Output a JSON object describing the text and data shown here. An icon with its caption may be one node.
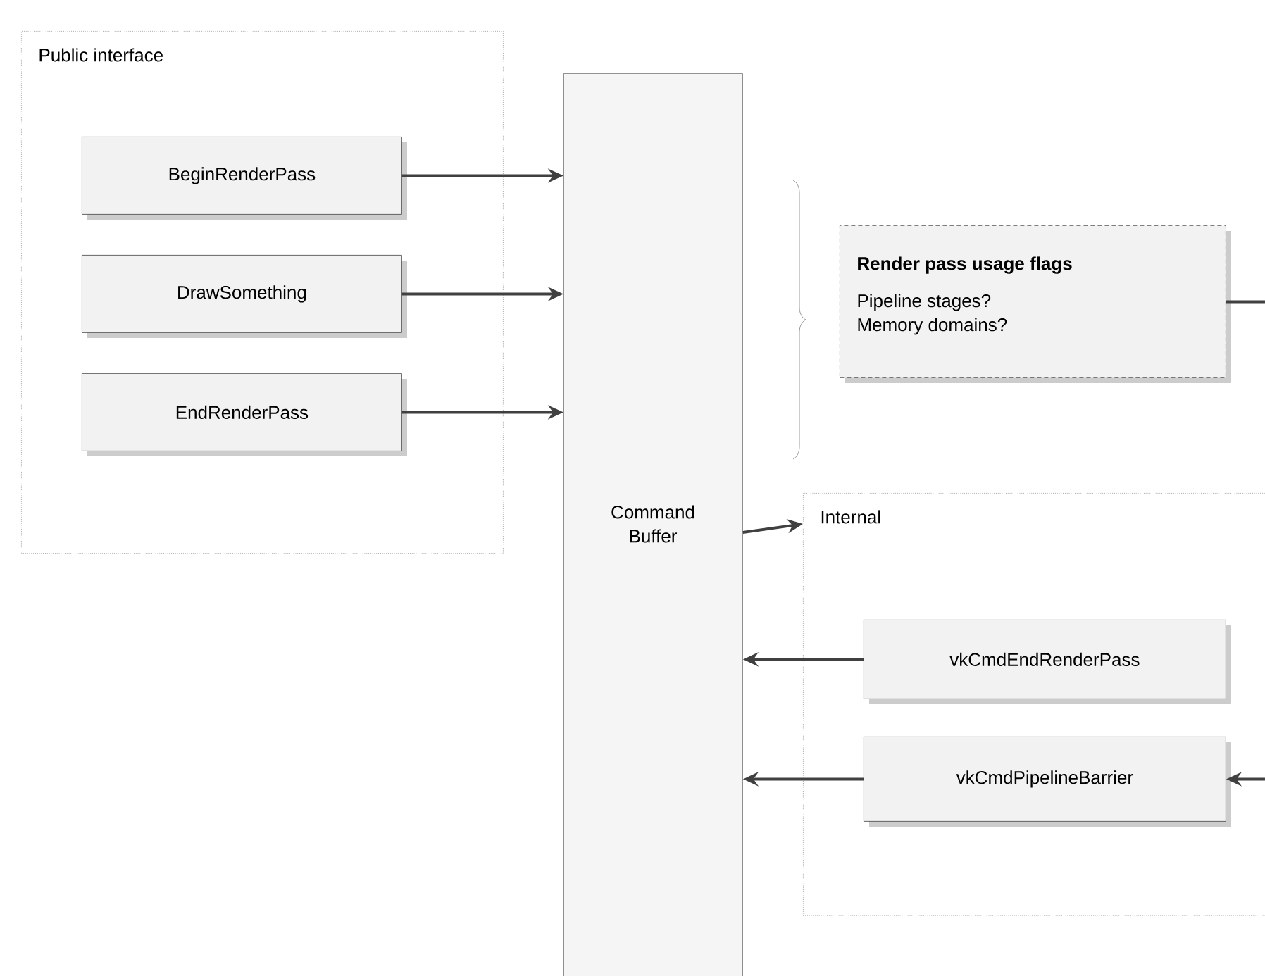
{
  "diagram": {
    "nodes": [
      {
        "text": [
          "Public interface"
        ]
      },
      {
        "text": [
          "BeginRenderPass"
        ],
        "in": 0
      },
      {
        "text": [
          "DrawSomething"
        ],
        "in": 0
      },
      {
        "text": [
          "EndRenderPass"
        ],
        "in": 0
      },
      {
        "text": [
          "Command Buffer"
        ]
      },
      {
        "text": [
          "Render pass usage flags",
          "Pipeline stages? Memory domains?"
        ]
      },
      {
        "text": [
          "Internal"
        ]
      },
      {
        "text": [
          "vkCmdEndRenderPass"
        ],
        "in": 6
      },
      {
        "text": [
          "vkCmdPipelineBarrier"
        ],
        "in": 6
      }
    ],
    "edges": [
      {
        "from": 1,
        "to": 4,
        "arrow": "to"
      },
      {
        "from": 2,
        "to": 4,
        "arrow": "to"
      },
      {
        "from": 3,
        "to": 4,
        "arrow": "to"
      },
      {
        "from": 4,
        "to": 6,
        "arrow": "to"
      },
      {
        "from": 7,
        "to": 4,
        "arrow": "to"
      },
      {
        "from": 8,
        "to": 4,
        "arrow": "to"
      },
      {
        "from": null,
        "to": 8,
        "arrow": "to"
      },
      {
        "from": 5,
        "to": null,
        "arrow": "none"
      }
    ]
  }
}
